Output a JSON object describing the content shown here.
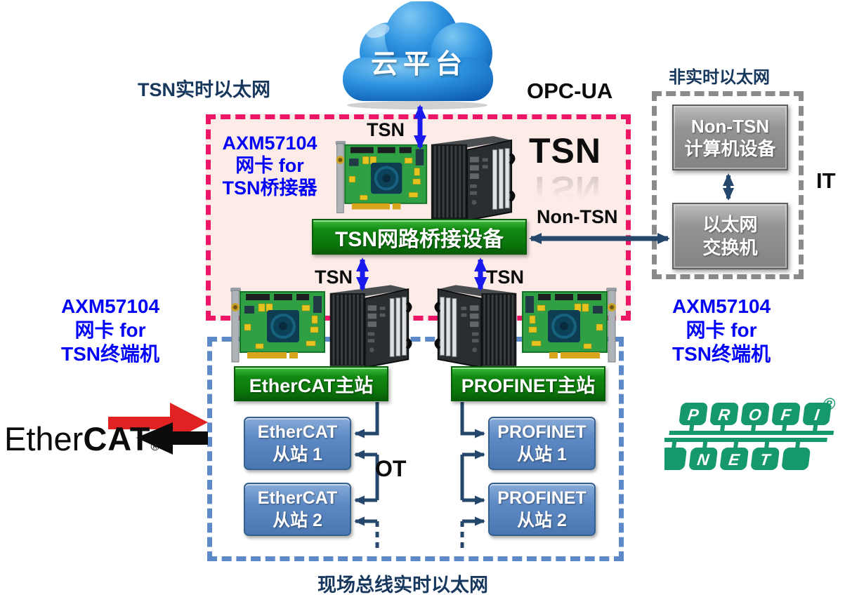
{
  "cloud": {
    "label": "云平台"
  },
  "labels": {
    "tsn_realtime": "TSN实时以太网",
    "non_realtime": "非实时以太网",
    "fieldbus_realtime": "现场总线实时以太网",
    "opc_ua": "OPC-UA",
    "it": "IT",
    "ot": "OT",
    "tsn_watermark": "TSN",
    "tsn_top": "TSN",
    "tsn_left": "TSN",
    "tsn_right": "TSN",
    "non_tsn_link": "Non-TSN"
  },
  "nic_labels": {
    "bridge": [
      "AXM57104",
      "网卡 for",
      "TSN桥接器"
    ],
    "left": [
      "AXM57104",
      "网卡 for",
      "TSN终端机"
    ],
    "right": [
      "AXM57104",
      "网卡 for",
      "TSN终端机"
    ]
  },
  "nodes": {
    "bridge": "TSN网路桥接设备",
    "non_tsn_pc": [
      "Non-TSN",
      "计算机设备"
    ],
    "eth_switch": [
      "以太网",
      "交换机"
    ],
    "ethercat_master": "EtherCAT主站",
    "profinet_master": "PROFINET主站",
    "ethercat_slave1": [
      "EtherCAT",
      "从站 1"
    ],
    "ethercat_slave2": [
      "EtherCAT",
      "从站 2"
    ],
    "profinet_slave1": [
      "PROFINET",
      "从站 1"
    ],
    "profinet_slave2": [
      "PROFINET",
      "从站 2"
    ]
  },
  "logos": {
    "ethercat": {
      "prefix": "Ether",
      "suffix": "CAT",
      "reg": "®"
    },
    "profinet": {
      "letters_top": [
        "P",
        "R",
        "O",
        "F",
        "I"
      ],
      "letters_bottom": [
        "N",
        "E",
        "T"
      ],
      "reg": "®"
    }
  },
  "colors": {
    "tsn_zone_border": "#EC1566",
    "tsn_zone_fill": "#FCEBE7",
    "ot_zone_border": "#5D89C8",
    "it_zone_border": "#8A8A8A",
    "arrow_blue": "#1A1AEF",
    "arrow_navy": "#24476B",
    "node_green": "#0B750B",
    "node_blue": "#5D89C4",
    "node_gray": "#949494",
    "label_blue": "#0202F8",
    "label_navy": "#17375D",
    "profinet_green": "#16986E",
    "ethercat_red": "#E02222",
    "cloud_blue": "#1C7FD4"
  }
}
